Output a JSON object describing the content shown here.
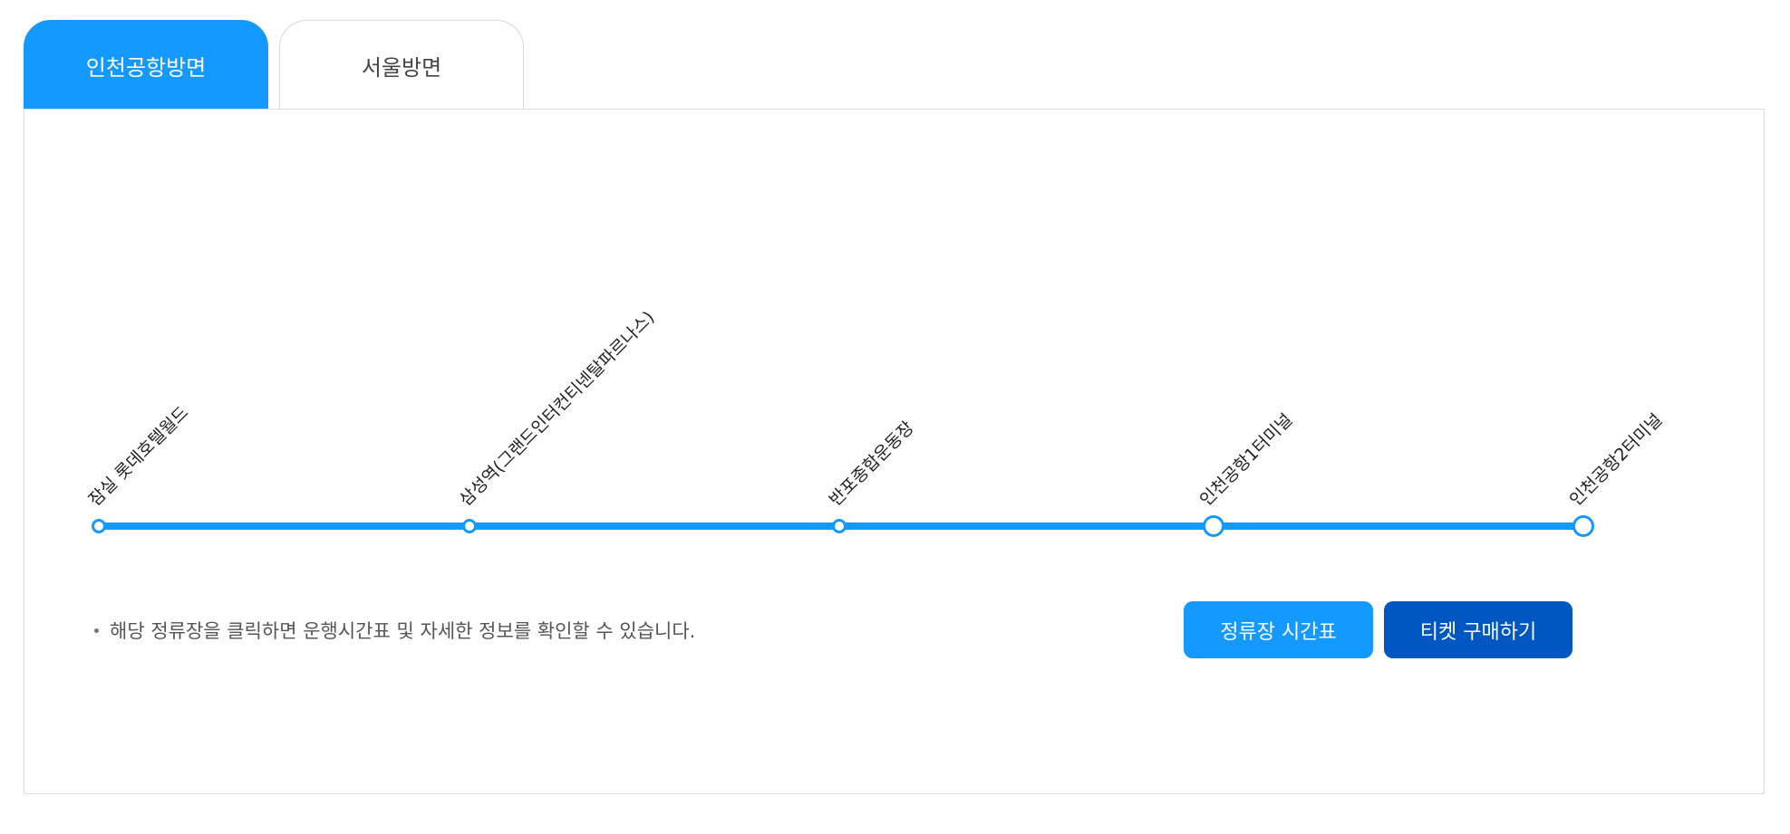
{
  "tabs": [
    {
      "label": "인천공항방면",
      "active": true
    },
    {
      "label": "서울방면",
      "active": false
    }
  ],
  "route": {
    "line_color": "#1499ff",
    "stops": [
      {
        "label": "잠실 롯데호텔월드"
      },
      {
        "label": "삼성역(그랜드인터컨티넨탈파르나스)"
      },
      {
        "label": "반포종합운동장"
      },
      {
        "label": "인천공항1터미널"
      },
      {
        "label": "인천공항2터미널"
      }
    ]
  },
  "notice": {
    "text": "해당 정류장을 클릭하면 운행시간표 및 자세한 정보를 확인할 수 있습니다."
  },
  "buttons": {
    "timetable_label": "정류장 시간표",
    "ticket_label": "티켓 구매하기"
  },
  "colors": {
    "accent": "#1499ff",
    "ticket_button": "#0057c2"
  }
}
